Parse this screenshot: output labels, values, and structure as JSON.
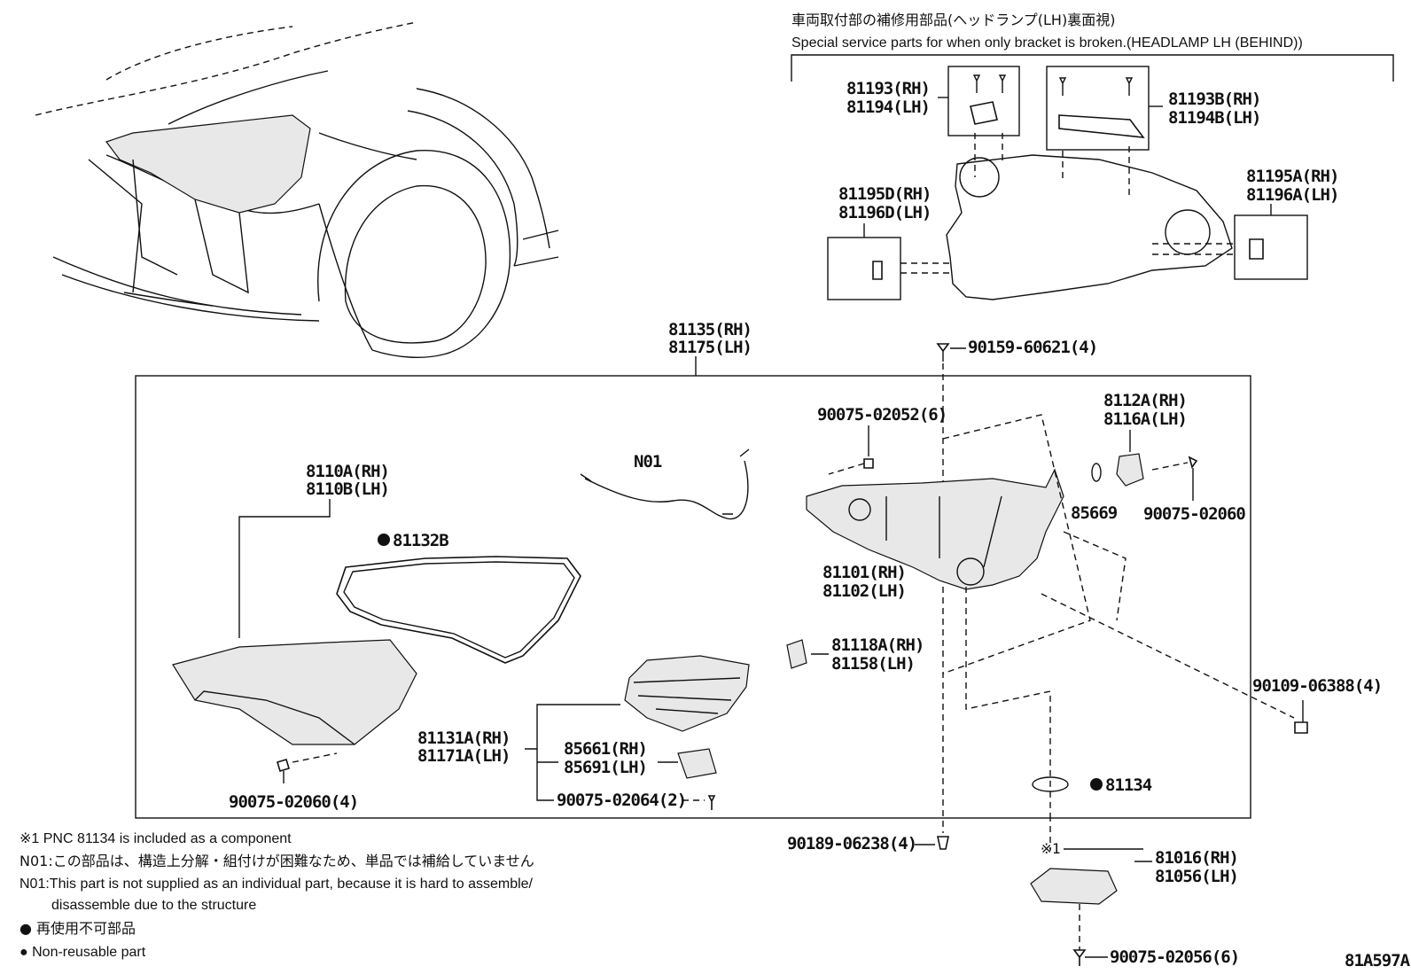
{
  "bracket_note": {
    "title_jp": "車両取付部の補修用部品(ヘッドランプ(LH)裏面視)",
    "title_en": "Special service parts for when only bracket is broken.(HEADLAMP LH (BEHIND))"
  },
  "labels": {
    "p81193": "81193(RH)",
    "p81194": "81194(LH)",
    "p81193B": "81193B(RH)",
    "p81194B": "81194B(LH)",
    "p81195D": "81195D(RH)",
    "p81196D": "81196D(LH)",
    "p81195A": "81195A(RH)",
    "p81196A": "81196A(LH)",
    "p81135": "81135(RH)",
    "p81175": "81175(LH)",
    "p90159": "90159-60621(4)",
    "p90075_02052": "90075-02052(6)",
    "p8112A": "8112A(RH)",
    "p8116A": "8116A(LH)",
    "pN01": "N01",
    "p8110A": "8110A(RH)",
    "p8110B": "8110B(LH)",
    "p81132B": "81132B",
    "p85669": "85669",
    "p90075_02060": "90075-02060",
    "p81101": "81101(RH)",
    "p81102": "81102(LH)",
    "p81118A": "81118A(RH)",
    "p81158": "81158(LH)",
    "p90109": "90109-06388(4)",
    "p81131A": "81131A(RH)",
    "p81171A": "81171A(LH)",
    "p85661": "85661(RH)",
    "p85691": "85691(LH)",
    "p90075_02064": "90075-02064(2)",
    "p90075_02060_4": "90075-02060(4)",
    "p81134": "81134",
    "p90189": "90189-06238(4)",
    "mark1": "※1",
    "p81016": "81016(RH)",
    "p81056": "81056(LH)",
    "p90075_02056": "90075-02056(6)",
    "figure_id": "81A597A"
  },
  "notes": {
    "n1": "※1 PNC 81134 is included as a component",
    "n2": "N01:この部品は、構造上分解・組付けが困難なため、単品では補給していません",
    "n3a": "N01:This part is not supplied as an individual part, because it is hard to assemble/",
    "n3b": "disassemble due to the structure",
    "n4": "● 再使用不可部品",
    "n5": "● Non-reusable part"
  }
}
